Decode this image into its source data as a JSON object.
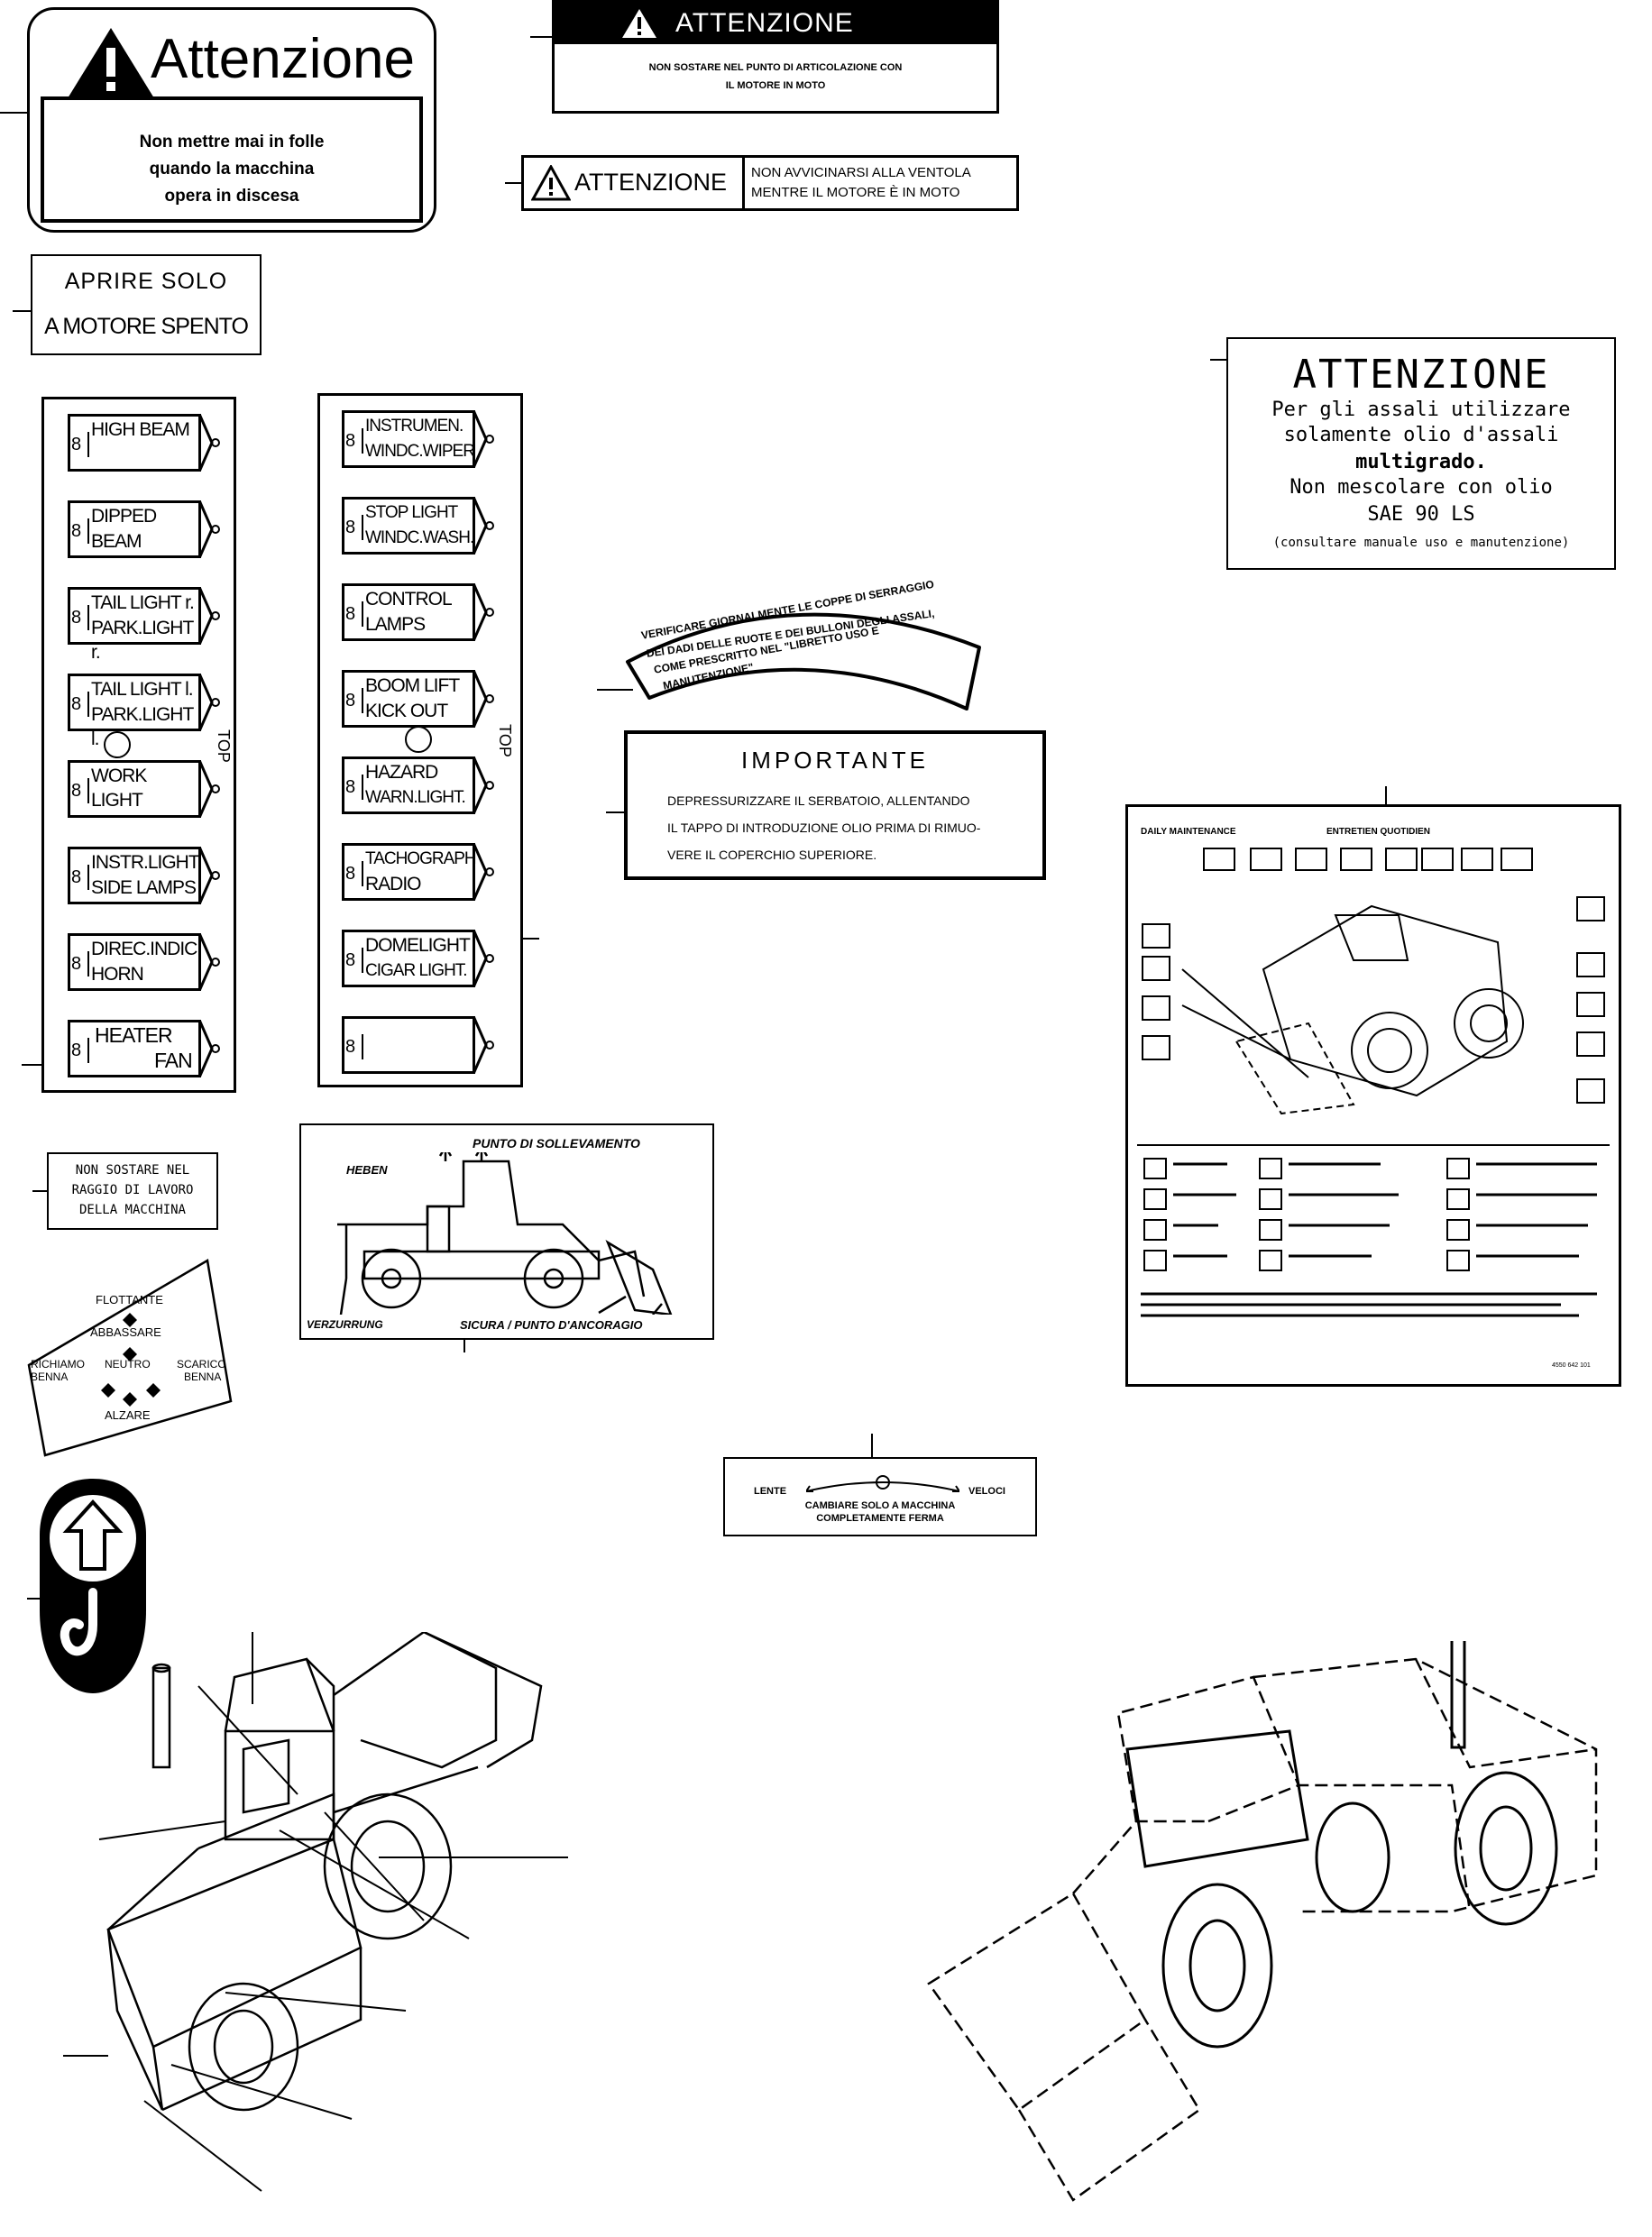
{
  "sign_attenzione_folle": {
    "title": "Attenzione",
    "text": [
      "Non mettre mai in folle",
      "quando la macchina",
      "opera in discesa"
    ]
  },
  "sign_articolazione": {
    "title": "ATTENZIONE",
    "text": [
      "NON SOSTARE NEL PUNTO DI ARTICOLAZIONE CON",
      "IL MOTORE IN MOTO"
    ]
  },
  "sign_ventola": {
    "title": "ATTENZIONE",
    "text": [
      "NON AVVICINARSI ALLA VENTOLA",
      "MENTRE IL MOTORE È IN MOTO"
    ]
  },
  "sign_aprire": {
    "lines": [
      "APRIRE SOLO",
      "A MOTORE SPENTO"
    ]
  },
  "sign_assali": {
    "title": "ATTENZIONE",
    "lines": [
      "Per gli assali utilizzare",
      "solamente olio d'assali",
      "multigrado.",
      "Non mescolare con olio",
      "SAE 90 LS",
      "(consultare manuale uso e manutenzione)"
    ]
  },
  "fuse_strip_left": {
    "number": "8",
    "top_label": "TOP",
    "fuses": [
      [
        "HIGH BEAM",
        ""
      ],
      [
        "DIPPED",
        "BEAM"
      ],
      [
        "TAIL LIGHT r.",
        "PARK.LIGHT r."
      ],
      [
        "TAIL LIGHT l.",
        "PARK.LIGHT l."
      ],
      [
        "WORK LIGHT",
        ""
      ],
      [
        "INSTR.LIGHT",
        "SIDE LAMPS"
      ],
      [
        "DIREC.INDIC.",
        "HORN"
      ],
      [
        "HEATER",
        "FAN"
      ]
    ]
  },
  "fuse_strip_right": {
    "number": "8",
    "top_label": "TOP",
    "fuses": [
      [
        "INSTRUMEN.",
        "WINDC.WIPER"
      ],
      [
        "STOP LIGHT",
        "WINDC.WASH."
      ],
      [
        "CONTROL",
        "LAMPS"
      ],
      [
        "BOOM LIFT",
        "KICK OUT"
      ],
      [
        "HAZARD",
        "WARN.LIGHT."
      ],
      [
        "TACHOGRAPH",
        "RADIO"
      ],
      [
        "DOMELIGHT",
        "CIGAR LIGHT."
      ],
      [
        "",
        ""
      ]
    ]
  },
  "sign_verificare": {
    "lines": [
      "VERIFICARE GIORNALMENTE LE COPPE DI SERRAGGIO",
      "DEI DADI DELLE RUOTE E DEI BULLONI DEGLI ASSALI,",
      "COME PRESCRITTO NEL \"LIBRETTO USO E",
      "MANUTENZIONE\""
    ]
  },
  "sign_importante": {
    "title": "IMPORTANTE",
    "lines": [
      "DEPRESSURIZZARE IL SERBATOIO, ALLENTANDO",
      "IL TAPPO DI INTRODUZIONE OLIO PRIMA DI RIMUO-",
      "VERE IL COPERCHIO SUPERIORE."
    ]
  },
  "sign_daily": {
    "header_left": "DAILY MAINTENANCE",
    "header_mid": "ENTRETIEN QUOTIDIEN",
    "code": "4550 642 101"
  },
  "sign_non_sostare": {
    "lines": [
      "NON SOSTARE NEL",
      "RAGGIO DI LAVORO",
      "DELLA MACCHINA"
    ]
  },
  "sign_sollevamento": {
    "top": "PUNTO DI SOLLEVAMENTO",
    "heben": "HEBEN",
    "verzurrung": "VERZURRUNG",
    "sicura": "SICURA / PUNTO D'ANCORAGIO"
  },
  "sign_joystick": {
    "flottante": "FLOTTANTE",
    "abbassare": "ABBASSARE",
    "richiamo": "RICHIAMO",
    "benna_l": "BENNA",
    "neutro": "NEUTRO",
    "scarico": "SCARICO",
    "benna_r": "BENNA",
    "alzare": "ALZARE"
  },
  "sign_lente": {
    "left": "LENTE",
    "right": "VELOCI",
    "lines": [
      "CAMBIARE SOLO A MACCHINA",
      "COMPLETAMENTE FERMA"
    ]
  }
}
